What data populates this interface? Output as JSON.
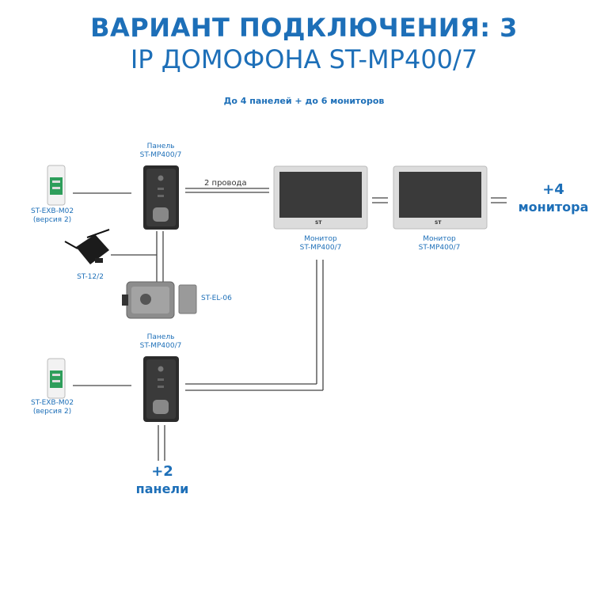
{
  "header": {
    "title_line1": "ВАРИАНТ ПОДКЛЮЧЕНИЯ: 3",
    "title_line2": "IP ДОМОФОНА ST-MP400/7",
    "subtitle": "До 4 панелей + до 6 мониторов"
  },
  "devices": {
    "panel_top": {
      "label1": "Панель",
      "label2": "ST-MP400/7"
    },
    "panel_bottom": {
      "label1": "Панель",
      "label2": "ST-MP400/7"
    },
    "exit_button_top": {
      "label1": "ST-EXB-M02",
      "label2": "(версия 2)"
    },
    "exit_button_bottom": {
      "label1": "ST-EXB-M02",
      "label2": "(версия 2)"
    },
    "power_supply": {
      "label": "ST-12/2"
    },
    "lock": {
      "label": "ST-EL-06"
    },
    "monitor1": {
      "label1": "Монитор",
      "label2": "ST-MP400/7",
      "brand": "ST"
    },
    "monitor2": {
      "label1": "Монитор",
      "label2": "ST-MP400/7",
      "brand": "ST"
    }
  },
  "wire_label": "2 провода",
  "extra_monitors": {
    "count": "+4",
    "label": "монитора"
  },
  "extra_panels": {
    "count": "+2",
    "label": "панели"
  },
  "colors": {
    "accent": "#1d6fb8",
    "wire": "#444444"
  }
}
